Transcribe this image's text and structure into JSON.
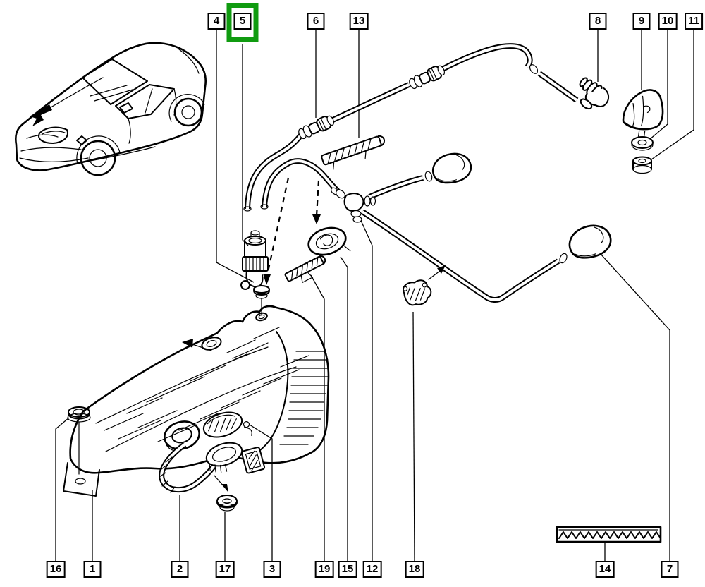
{
  "diagram": {
    "background_color": "#ffffff",
    "line_color": "#000000",
    "highlight_color": "#109b10",
    "highlighted_callout": "5",
    "callouts_top": [
      {
        "label": "4"
      },
      {
        "label": "5"
      },
      {
        "label": "6"
      },
      {
        "label": "13"
      },
      {
        "label": "8"
      },
      {
        "label": "9"
      },
      {
        "label": "10"
      },
      {
        "label": "11"
      }
    ],
    "callouts_bottom": [
      {
        "label": "16"
      },
      {
        "label": "1"
      },
      {
        "label": "2"
      },
      {
        "label": "17"
      },
      {
        "label": "3"
      },
      {
        "label": "19"
      },
      {
        "label": "15"
      },
      {
        "label": "12"
      },
      {
        "label": "18"
      },
      {
        "label": "14"
      },
      {
        "label": "7"
      }
    ]
  }
}
